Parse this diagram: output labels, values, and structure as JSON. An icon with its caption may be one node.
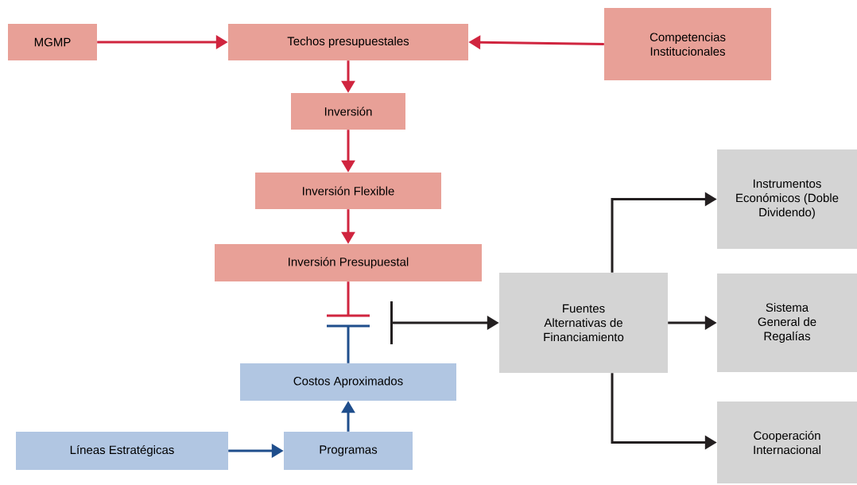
{
  "diagram": {
    "nodes": [
      {
        "text": [
          "MGMP"
        ]
      },
      {
        "text": [
          "Techos presupuestales"
        ]
      },
      {
        "text": [
          "Competencias Institucionales"
        ]
      },
      {
        "text": [
          "Inversión"
        ]
      },
      {
        "text": [
          "Inversión Flexible"
        ]
      },
      {
        "text": [
          "Inversión Presupuestal"
        ]
      },
      {
        "text": [
          "Costos Aproximados"
        ]
      },
      {
        "text": [
          "Líneas Estratégicas"
        ]
      },
      {
        "text": [
          "Programas"
        ]
      },
      {
        "text": [
          "Fuentes Alternativas de Financiamiento"
        ]
      },
      {
        "text": [
          "Instrumentos Económicos (Doble Dividendo)"
        ]
      },
      {
        "text": [
          "Sistema General de Regalías"
        ]
      },
      {
        "text": [
          "Cooperación Internacional"
        ]
      }
    ],
    "edges": [
      {
        "from": 0,
        "to": 1,
        "arrow": "to"
      },
      {
        "from": 2,
        "to": 1,
        "arrow": "to"
      },
      {
        "from": 1,
        "to": 3,
        "arrow": "to"
      },
      {
        "from": 3,
        "to": 4,
        "arrow": "to"
      },
      {
        "from": 4,
        "to": 5,
        "arrow": "to"
      },
      {
        "from": 5,
        "to": null,
        "arrow": "none"
      },
      {
        "from": 6,
        "to": null,
        "arrow": "none",
        "color": "#1f4e8c"
      },
      {
        "from": null,
        "to": 9,
        "arrow": "to",
        "color": "#231f20"
      },
      {
        "from": 7,
        "to": 8,
        "arrow": "to",
        "color": "#1f4e8c"
      },
      {
        "from": 8,
        "to": 6,
        "arrow": "to",
        "color": "#1f4e8c"
      },
      {
        "from": 9,
        "to": 10,
        "arrow": "to",
        "color": "#231f20"
      },
      {
        "from": 9,
        "to": 11,
        "arrow": "to",
        "color": "#231f20"
      },
      {
        "from": 9,
        "to": 12,
        "arrow": "to",
        "color": "#231f20"
      }
    ]
  }
}
